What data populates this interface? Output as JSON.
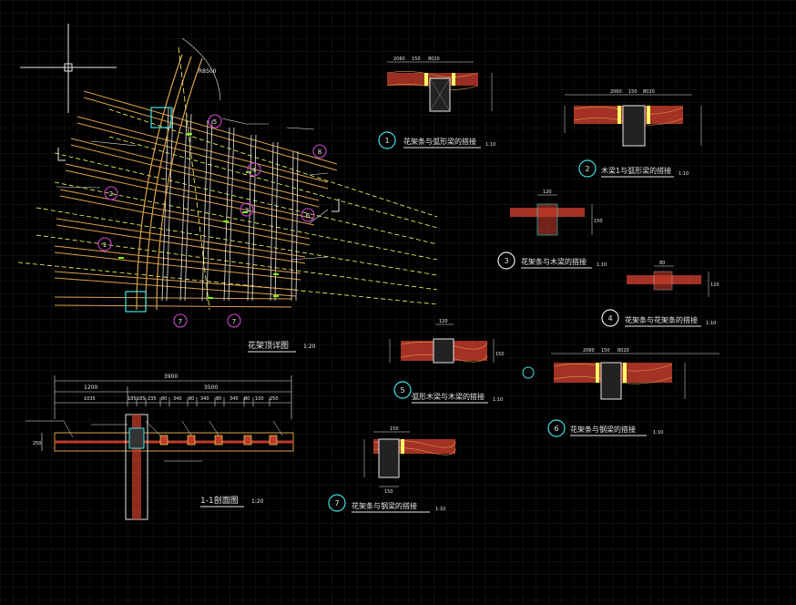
{
  "colors": {
    "background": "#000000",
    "grid": "#1b1b1b",
    "white": "#e8e8e8",
    "yellow": "#ffff66",
    "orange": "#d9a04a",
    "cyan": "#40e0e0",
    "magenta": "#cc44cc",
    "green": "#7cfc00",
    "red": "#e03030",
    "wood": "#c03a2a"
  },
  "plan": {
    "radius_label": "R8500",
    "title": "花架顶详图",
    "scale": "1:20",
    "section_mark": "1",
    "callouts": [
      "1",
      "2",
      "3",
      "4",
      "5",
      "6",
      "7",
      "7",
      "8"
    ]
  },
  "section": {
    "title": "1-1剖面图",
    "scale": "1:20",
    "dim_total": "3900",
    "dim_left": "1200",
    "dim_right": "3500",
    "dim_segments": [
      "1035",
      "185",
      "185",
      "235",
      "80",
      "340",
      "80",
      "340",
      "80",
      "340",
      "80",
      "100",
      "250"
    ],
    "dim_height": "250"
  },
  "details": [
    {
      "num": "1",
      "title": "花架条与弧形梁的搭接",
      "scale": "1:10",
      "dims": [
        "2060",
        "150",
        "8020"
      ]
    },
    {
      "num": "2",
      "title": "木梁1与弧形梁的搭接",
      "scale": "1:10",
      "dims": [
        "2060",
        "150",
        "8020"
      ]
    },
    {
      "num": "3",
      "title": "花架条与木梁的搭接",
      "scale": "1:10",
      "dims": [
        "120",
        "150"
      ]
    },
    {
      "num": "4",
      "title": "花架条与花架条的搭接",
      "scale": "1:10",
      "dims": [
        "80",
        "120"
      ]
    },
    {
      "num": "5",
      "title": "弧形木梁与木梁的搭接",
      "scale": "1:10",
      "dims": [
        "120",
        "150"
      ]
    },
    {
      "num": "6",
      "title": "花架条与钢梁的搭接",
      "scale": "1:10",
      "dims": [
        "2060",
        "150",
        "8020"
      ]
    },
    {
      "num": "7",
      "title": "花架条与钢梁的搭接",
      "scale": "1:10",
      "dims": [
        "150",
        "150"
      ]
    }
  ]
}
